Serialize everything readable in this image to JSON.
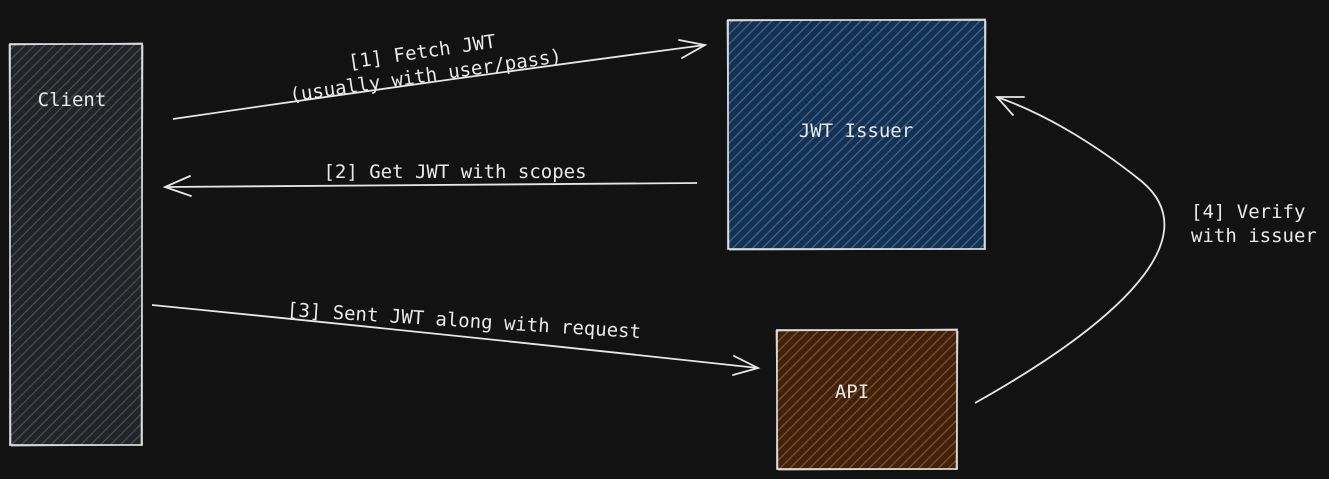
{
  "colors": {
    "background": "#121212",
    "stroke": "#e6e6e6",
    "client_fill": "#343a40",
    "issuer_fill": "#1e4a7a",
    "api_fill": "#7a3e13"
  },
  "nodes": {
    "client": {
      "label": "Client"
    },
    "issuer": {
      "label": "JWT Issuer"
    },
    "api": {
      "label": "API"
    }
  },
  "edges": {
    "fetch": {
      "line1": "[1] Fetch JWT",
      "line2": "(usually with user/pass)"
    },
    "get": {
      "label": "[2] Get JWT with scopes"
    },
    "send": {
      "label": "[3] Sent JWT along with request"
    },
    "verify": {
      "line1": "[4] Verify",
      "line2": "with issuer"
    }
  }
}
